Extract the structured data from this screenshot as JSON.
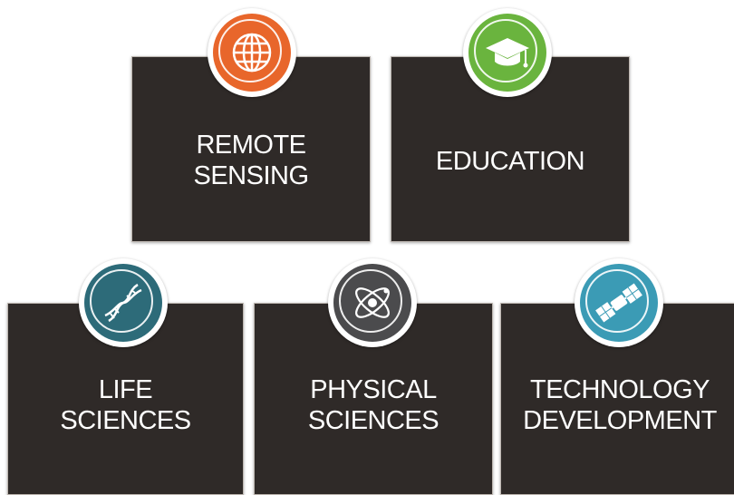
{
  "tiles": [
    {
      "key": "remote-sensing",
      "label": "REMOTE\nSENSING",
      "color": "#e8662b",
      "icon": "globe-icon"
    },
    {
      "key": "education",
      "label": "EDUCATION",
      "color": "#6ab43e",
      "icon": "graduation-cap-icon"
    },
    {
      "key": "life-sciences",
      "label": "LIFE\nSCIENCES",
      "color": "#2d6b79",
      "icon": "dna-icon"
    },
    {
      "key": "physical-sciences",
      "label": "PHYSICAL\nSCIENCES",
      "color": "#4b4b4d",
      "icon": "atom-icon"
    },
    {
      "key": "technology-development",
      "label": "TECHNOLOGY\nDEVELOPMENT",
      "color": "#3b9bb5",
      "icon": "satellite-icon"
    }
  ]
}
